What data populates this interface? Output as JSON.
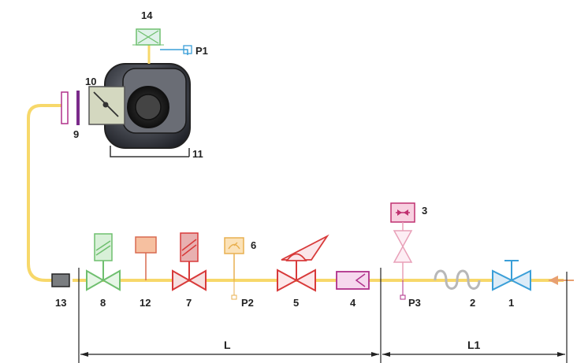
{
  "labels": {
    "c1": "1",
    "c2": "2",
    "c3": "3",
    "c4": "4",
    "c5": "5",
    "c6": "6",
    "c7": "7",
    "c8": "8",
    "c9": "9",
    "c10": "10",
    "c11": "11",
    "c12": "12",
    "c13": "13",
    "c14": "14",
    "p1": "P1",
    "p2": "P2",
    "p3": "P3",
    "dim_L": "L",
    "dim_L1": "L1"
  },
  "colors": {
    "pipe": "#f7d86a",
    "valve_blue": "#3a9fd8",
    "valve_red": "#d83a3a",
    "valve_green": "#6fbf6f",
    "magenta": "#b0308a",
    "pink": "#e8a0b8",
    "orange": "#e8a070",
    "chamber": "#3a3d45"
  }
}
